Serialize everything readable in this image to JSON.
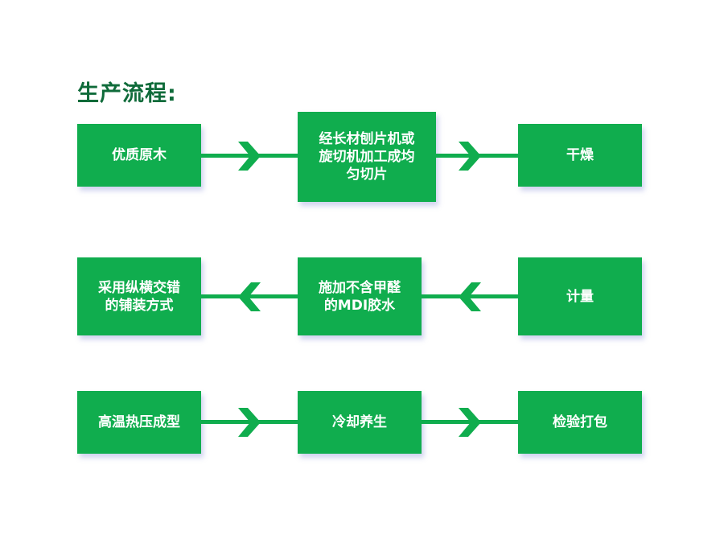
{
  "title": "生产流程:",
  "colors": {
    "box": "#10ad4e",
    "title": "#0f6b3a",
    "text": "#ffffff"
  },
  "steps": [
    {
      "label": "优质原木"
    },
    {
      "label": "经长材刨片机或\n旋切机加工成均\n匀切片"
    },
    {
      "label": "干燥"
    },
    {
      "label": "计量"
    },
    {
      "label": "施加不含甲醛\n的MDI胶水"
    },
    {
      "label": "采用纵横交错\n的铺装方式"
    },
    {
      "label": "高温热压成型"
    },
    {
      "label": "冷却养生"
    },
    {
      "label": "检验打包"
    }
  ],
  "connectors": [
    {
      "from": 1,
      "to": 2,
      "direction": "right"
    },
    {
      "from": 2,
      "to": 3,
      "direction": "right"
    },
    {
      "from": 4,
      "to": 5,
      "direction": "left"
    },
    {
      "from": 5,
      "to": 6,
      "direction": "left"
    },
    {
      "from": 7,
      "to": 8,
      "direction": "right"
    },
    {
      "from": 8,
      "to": 9,
      "direction": "right"
    }
  ]
}
